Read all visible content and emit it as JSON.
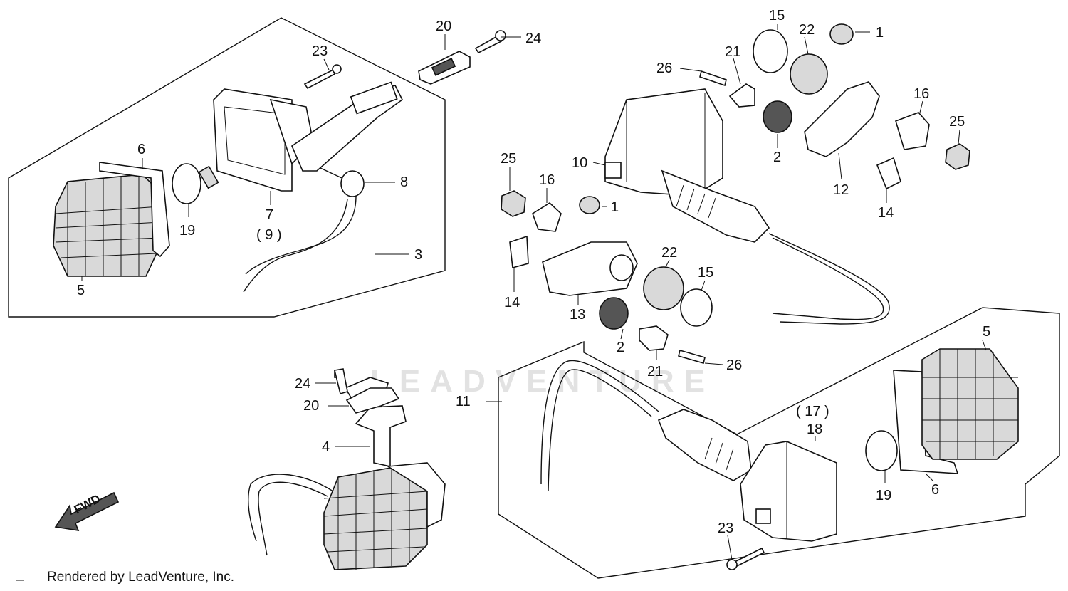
{
  "credit": "Rendered by LeadVenture, Inc.",
  "watermark": "LEADVENTURE",
  "fwd_marker": "FWD",
  "callouts": {
    "c1a": "1",
    "c1b": "1",
    "c2a": "2",
    "c2b": "2",
    "c3": "3",
    "c4": "4",
    "c5a": "5",
    "c5b": "5",
    "c6a": "6",
    "c6b": "6",
    "c7": "7",
    "c9": "( 9 )",
    "c8": "8",
    "c10": "10",
    "c11": "11",
    "c12": "12",
    "c13": "13",
    "c14a": "14",
    "c14b": "14",
    "c15a": "15",
    "c15b": "15",
    "c16a": "16",
    "c16b": "16",
    "c17": "( 17 )",
    "c18": "18",
    "c19a": "19",
    "c19b": "19",
    "c20a": "20",
    "c20b": "20",
    "c21a": "21",
    "c21b": "21",
    "c22a": "22",
    "c22b": "22",
    "c23a": "23",
    "c23b": "23",
    "c24a": "24",
    "c24b": "24",
    "c25a": "25",
    "c25b": "25",
    "c26a": "26",
    "c26b": "26"
  }
}
